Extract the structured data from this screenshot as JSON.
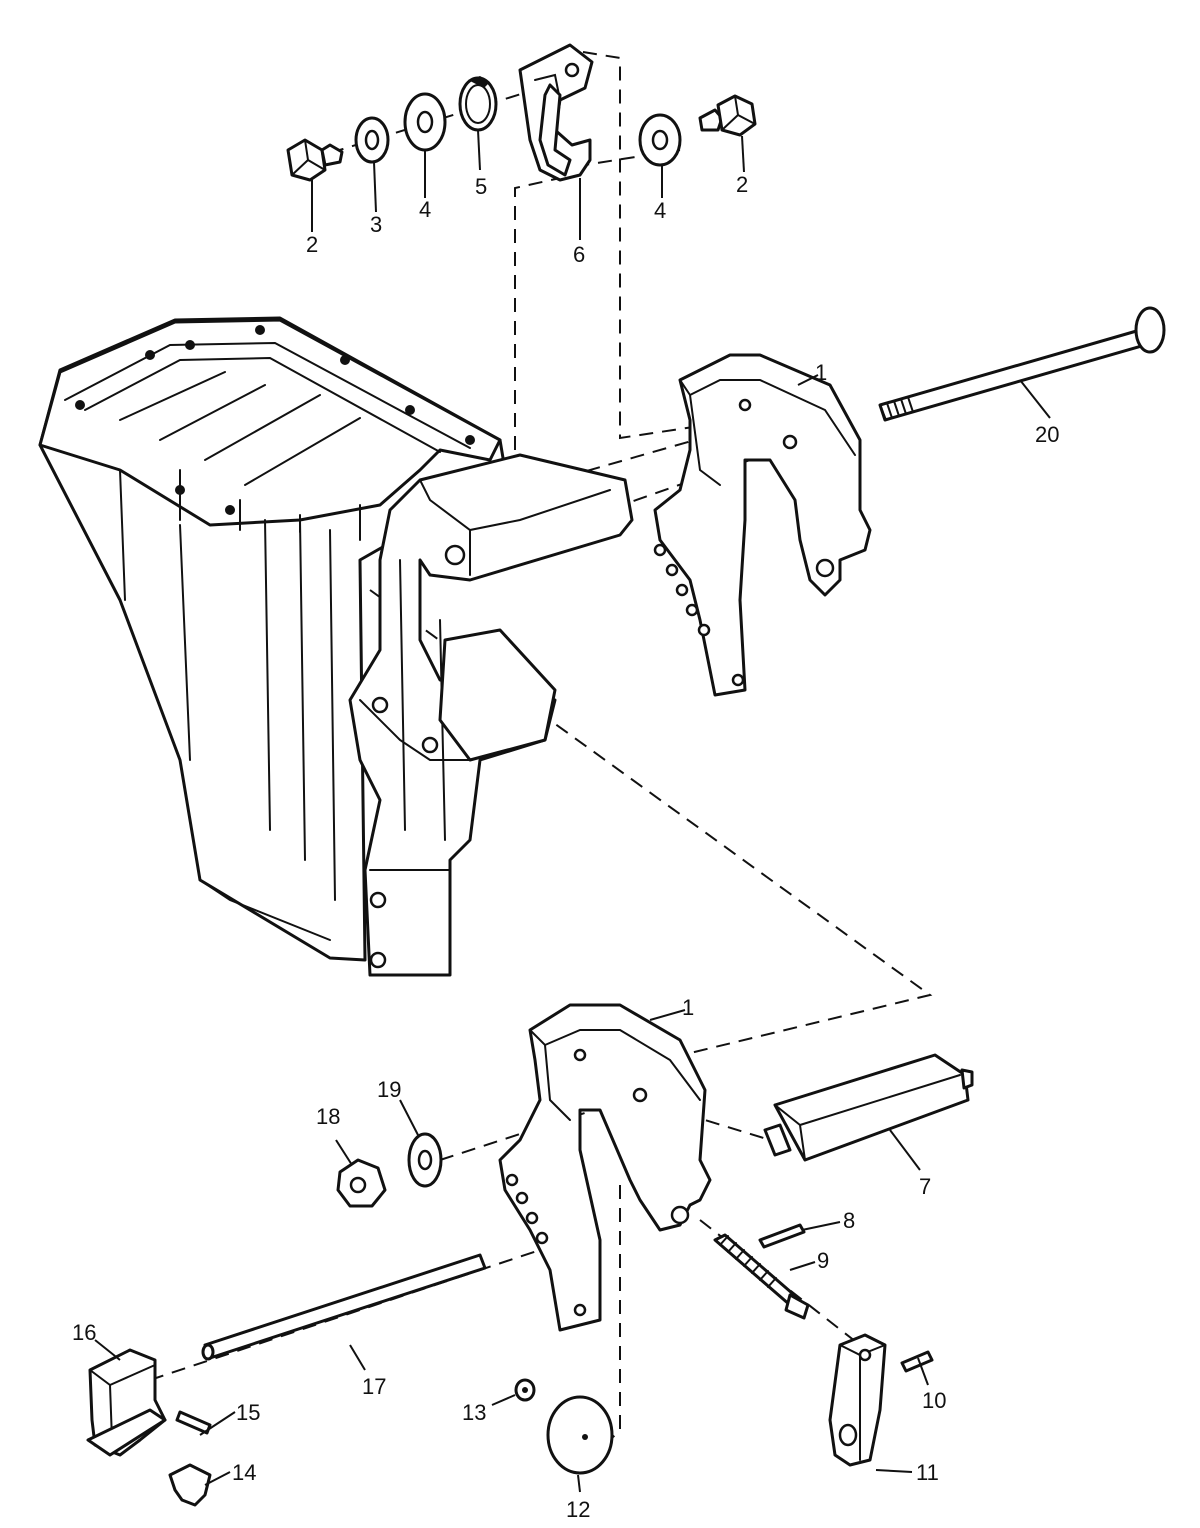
{
  "callouts": [
    {
      "id": "c2a",
      "label": "2"
    },
    {
      "id": "c3",
      "label": "3"
    },
    {
      "id": "c4a",
      "label": "4"
    },
    {
      "id": "c5",
      "label": "5"
    },
    {
      "id": "c6",
      "label": "6"
    },
    {
      "id": "c4b",
      "label": "4"
    },
    {
      "id": "c2b",
      "label": "2"
    },
    {
      "id": "c1a",
      "label": "1"
    },
    {
      "id": "c20",
      "label": "20"
    },
    {
      "id": "c1b",
      "label": "1"
    },
    {
      "id": "c19",
      "label": "19"
    },
    {
      "id": "c18",
      "label": "18"
    },
    {
      "id": "c7",
      "label": "7"
    },
    {
      "id": "c8",
      "label": "8"
    },
    {
      "id": "c9",
      "label": "9"
    },
    {
      "id": "c16",
      "label": "16"
    },
    {
      "id": "c17",
      "label": "17"
    },
    {
      "id": "c15",
      "label": "15"
    },
    {
      "id": "c13",
      "label": "13"
    },
    {
      "id": "c10",
      "label": "10"
    },
    {
      "id": "c14",
      "label": "14"
    },
    {
      "id": "c11",
      "label": "11"
    },
    {
      "id": "c12",
      "label": "12"
    }
  ]
}
